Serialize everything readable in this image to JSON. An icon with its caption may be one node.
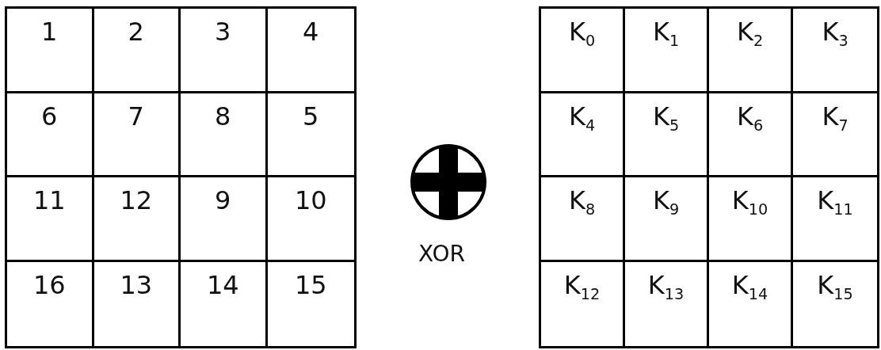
{
  "diagram": {
    "labels": [
      "1",
      "2",
      "3",
      "4",
      "6",
      "7",
      "8",
      "5",
      "11",
      "12",
      "9",
      "10",
      "16",
      "13",
      "14",
      "15",
      "K$_{0}$",
      "K$_{1}$",
      "K$_{2}$",
      "K$_{3}$",
      "K$_{4}$",
      "K$_{5}$",
      "K$_{6}$",
      "K$_{7}$",
      "K$_{8}$",
      "K$_{9}$",
      "K$_{10}$",
      "K$_{11}$",
      "K$_{12}$",
      "K$_{13}$",
      "K$_{14}$",
      "K$_{15}$",
      "XOR"
    ]
  }
}
